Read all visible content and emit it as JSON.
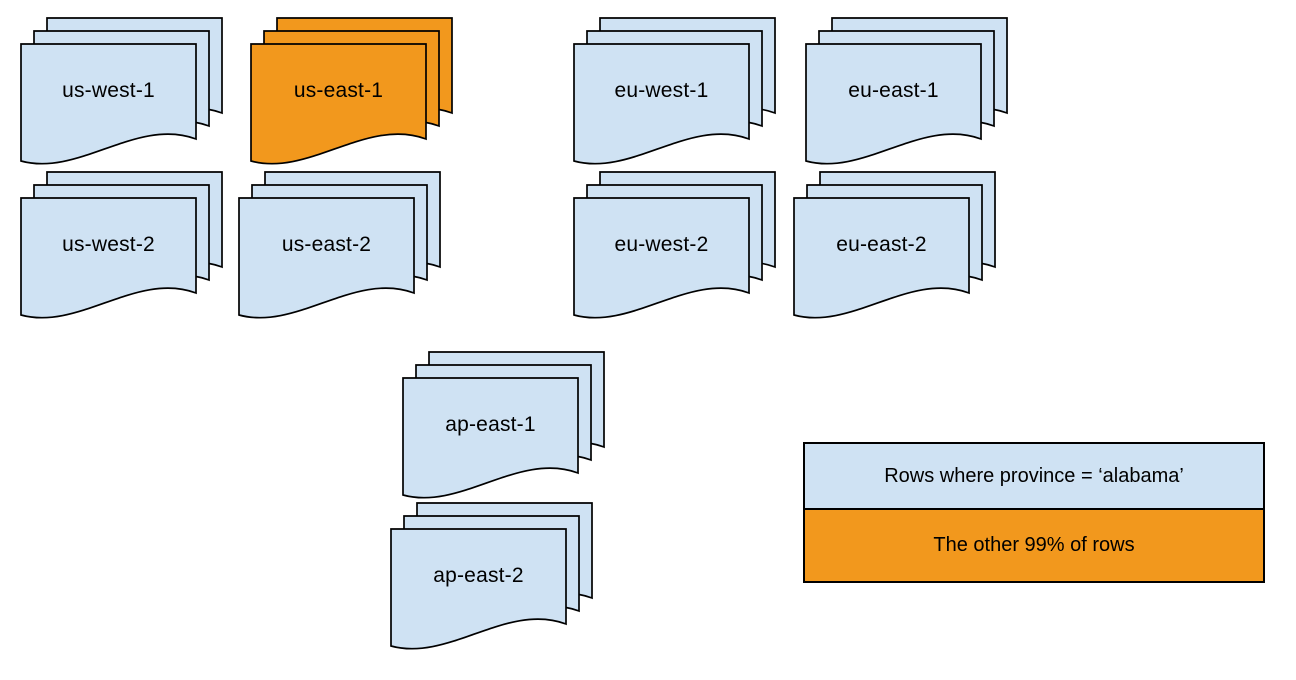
{
  "colors": {
    "doc_fill": "#cfe2f3",
    "highlight_fill": "#f2981d",
    "stroke": "#000000",
    "background": "#ffffff"
  },
  "stacks": [
    {
      "label": "us-west-1",
      "variant": "default"
    },
    {
      "label": "us-east-1",
      "variant": "highlight"
    },
    {
      "label": "eu-west-1",
      "variant": "default"
    },
    {
      "label": "eu-east-1",
      "variant": "default"
    },
    {
      "label": "us-west-2",
      "variant": "default"
    },
    {
      "label": "us-east-2",
      "variant": "default"
    },
    {
      "label": "eu-west-2",
      "variant": "default"
    },
    {
      "label": "eu-east-2",
      "variant": "default"
    },
    {
      "label": "ap-east-1",
      "variant": "default"
    },
    {
      "label": "ap-east-2",
      "variant": "default"
    }
  ],
  "legend": {
    "items": [
      {
        "label": "Rows where province = ‘alabama’",
        "variant": "default"
      },
      {
        "label": "The other 99% of rows",
        "variant": "highlight"
      }
    ]
  }
}
